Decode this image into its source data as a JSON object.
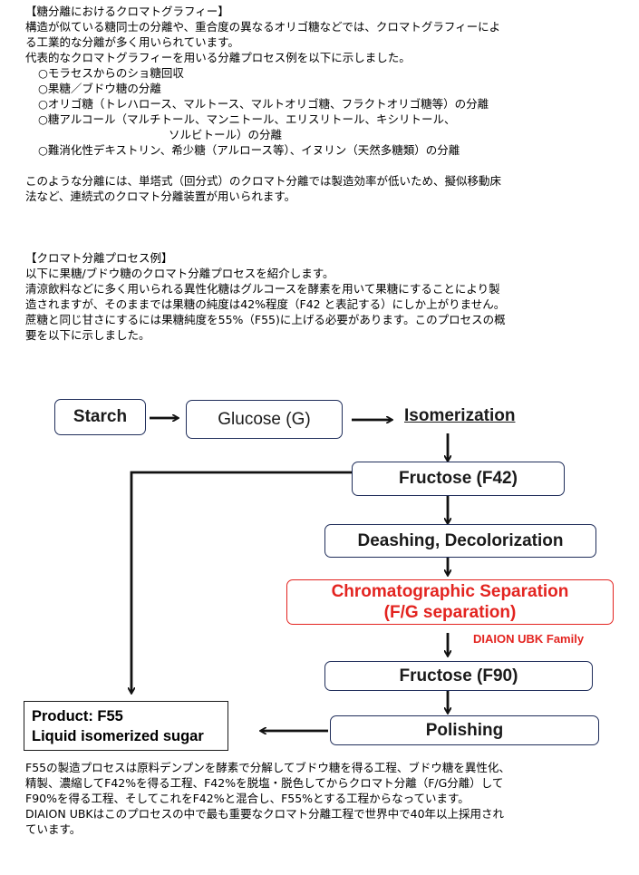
{
  "section1": {
    "heading": "【糖分離におけるクロマトグラフィー】",
    "lines": [
      "構造が似ている糖同士の分離や、重合度の異なるオリゴ糖などでは、クロマトグラフィーによ",
      "る工業的な分離が多く用いられています。",
      "代表的なクロマトグラフィーを用いる分離プロセス例を以下に示しました。"
    ],
    "items": [
      "○モラセスからのショ糖回収",
      "○果糖／ブドウ糖の分離",
      "○オリゴ糖（トレハロース、マルトース、マルトオリゴ糖、フラクトオリゴ糖等）の分離",
      "○糖アルコール（マルチトール、マンニトール、エリスリトール、キシリトール、",
      "ソルビトール）の分離",
      "○難消化性デキストリン、希少糖（アルロース等）、イヌリン（天然多糖類）の分離"
    ],
    "closing": [
      "このような分離には、単塔式（回分式）のクロマト分離では製造効率が低いため、擬似移動床",
      "法など、連続式のクロマト分離装置が用いられます。"
    ]
  },
  "section2": {
    "heading": "【クロマト分離プロセス例】",
    "lines": [
      "以下に果糖/ブドウ糖のクロマト分離プロセスを紹介します。",
      "清涼飲料などに多く用いられる異性化糖はグルコースを酵素を用いて果糖にすることにより製",
      "造されますが、そのままでは果糖の純度は42%程度（F42 と表記する）にしか上がりません。",
      "蔗糖と同じ甘さにするには果糖純度を55%（F55)に上げる必要があります。このプロセスの概",
      "要を以下に示しました。"
    ]
  },
  "flow": {
    "starch": "Starch",
    "glucose": "Glucose (G)",
    "isomerization": "Isomerization",
    "fructose42": "Fructose (F42)",
    "deashing": "Deashing, Decolorization",
    "chrom_line1": "Chromatographic Separation",
    "chrom_line2": "(F/G separation)",
    "diaion": "DIAION UBK   Family",
    "fructose90": "Fructose (F90)",
    "polishing": "Polishing",
    "product_line1": "Product: F55",
    "product_line2": "Liquid isomerized sugar",
    "accent_color": "#e32420",
    "box_border_color": "#1f2d5a"
  },
  "footer": {
    "lines": [
      "F55の製造プロセスは原料デンプンを酵素で分解してブドウ糖を得る工程、ブドウ糖を異性化、",
      "精製、濃縮してF42%を得る工程、F42%を脱塩・脱色してからクロマト分離（F/G分離）して",
      "F90%を得る工程、そしてこれをF42%と混合し、F55%とする工程からなっています。",
      "DIAION UBKはこのプロセスの中で最も重要なクロマト分離工程で世界中で40年以上採用され",
      "ています。"
    ]
  }
}
